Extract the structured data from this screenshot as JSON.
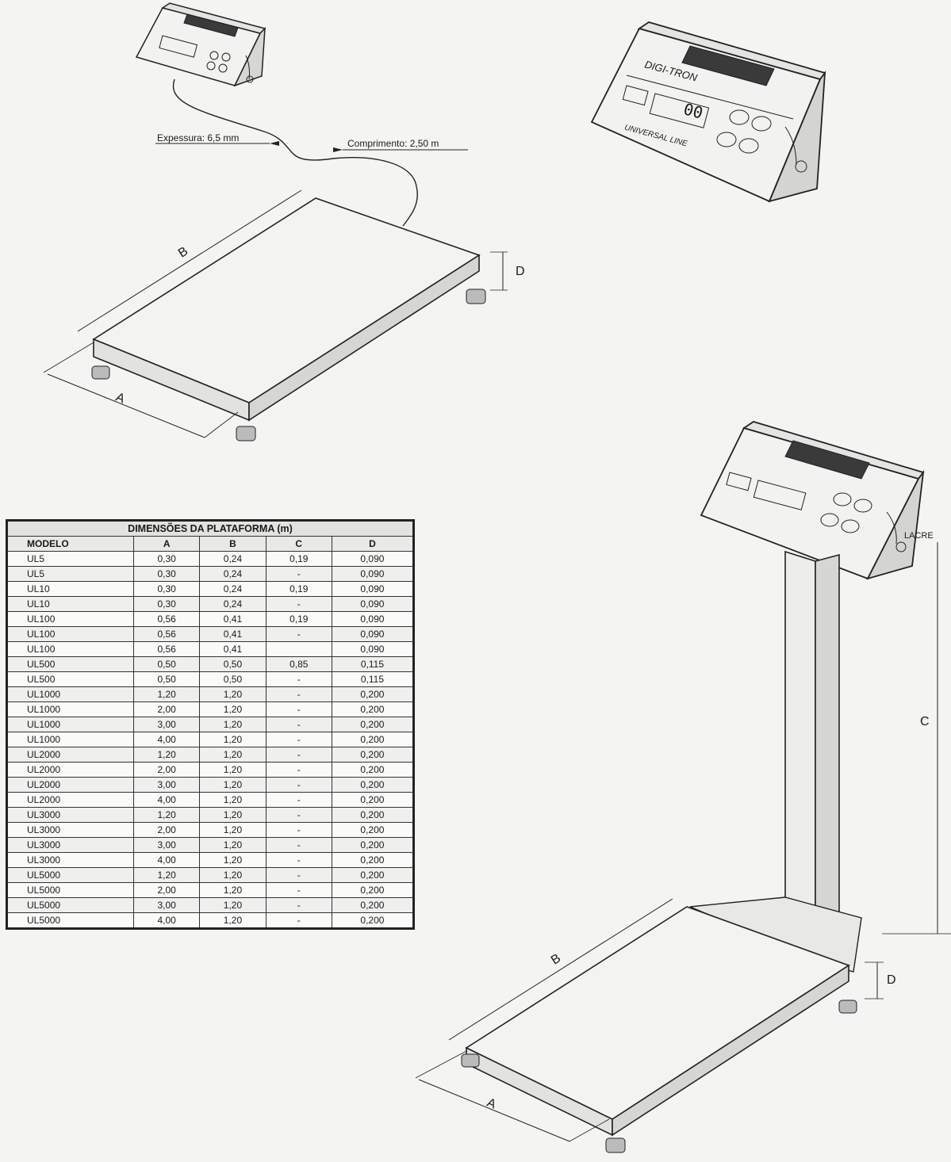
{
  "top_diagram": {
    "cable_thickness": "Expessura: 6,5 mm",
    "cable_length": "Comprimento: 2,50 m",
    "dim_a": "A",
    "dim_b": "B",
    "dim_d": "D"
  },
  "indicator": {
    "brand": "DIGI-TRON",
    "line": "UNIVERSAL LINE",
    "display": "00"
  },
  "bottom_diagram": {
    "seal": "LACRE",
    "dim_a": "A",
    "dim_b": "B",
    "dim_c": "C",
    "dim_d": "D"
  },
  "table": {
    "caption": "DIMENSÕES DA PLATAFORMA (m)",
    "headers": [
      "MODELO",
      "A",
      "B",
      "C",
      "D"
    ],
    "rows": [
      [
        "UL5",
        "0,30",
        "0,24",
        "0,19",
        "0,090"
      ],
      [
        "UL5",
        "0,30",
        "0,24",
        "-",
        "0,090"
      ],
      [
        "UL10",
        "0,30",
        "0,24",
        "0,19",
        "0,090"
      ],
      [
        "UL10",
        "0,30",
        "0,24",
        "-",
        "0,090"
      ],
      [
        "UL100",
        "0,56",
        "0,41",
        "0,19",
        "0,090"
      ],
      [
        "UL100",
        "0,56",
        "0,41",
        "-",
        "0,090"
      ],
      [
        "UL100",
        "0,56",
        "0,41",
        "",
        "0,090"
      ],
      [
        "UL500",
        "0,50",
        "0,50",
        "0,85",
        "0,115"
      ],
      [
        "UL500",
        "0,50",
        "0,50",
        "-",
        "0,115"
      ],
      [
        "UL1000",
        "1,20",
        "1,20",
        "-",
        "0,200"
      ],
      [
        "UL1000",
        "2,00",
        "1,20",
        "-",
        "0,200"
      ],
      [
        "UL1000",
        "3,00",
        "1,20",
        "-",
        "0,200"
      ],
      [
        "UL1000",
        "4,00",
        "1,20",
        "-",
        "0,200"
      ],
      [
        "UL2000",
        "1,20",
        "1,20",
        "-",
        "0,200"
      ],
      [
        "UL2000",
        "2,00",
        "1,20",
        "-",
        "0,200"
      ],
      [
        "UL2000",
        "3,00",
        "1,20",
        "-",
        "0,200"
      ],
      [
        "UL2000",
        "4,00",
        "1,20",
        "-",
        "0,200"
      ],
      [
        "UL3000",
        "1,20",
        "1,20",
        "-",
        "0,200"
      ],
      [
        "UL3000",
        "2,00",
        "1,20",
        "-",
        "0,200"
      ],
      [
        "UL3000",
        "3,00",
        "1,20",
        "-",
        "0,200"
      ],
      [
        "UL3000",
        "4,00",
        "1,20",
        "-",
        "0,200"
      ],
      [
        "UL5000",
        "1,20",
        "1,20",
        "-",
        "0,200"
      ],
      [
        "UL5000",
        "2,00",
        "1,20",
        "-",
        "0,200"
      ],
      [
        "UL5000",
        "3,00",
        "1,20",
        "-",
        "0,200"
      ],
      [
        "UL5000",
        "4,00",
        "1,20",
        "-",
        "0,200"
      ]
    ]
  }
}
